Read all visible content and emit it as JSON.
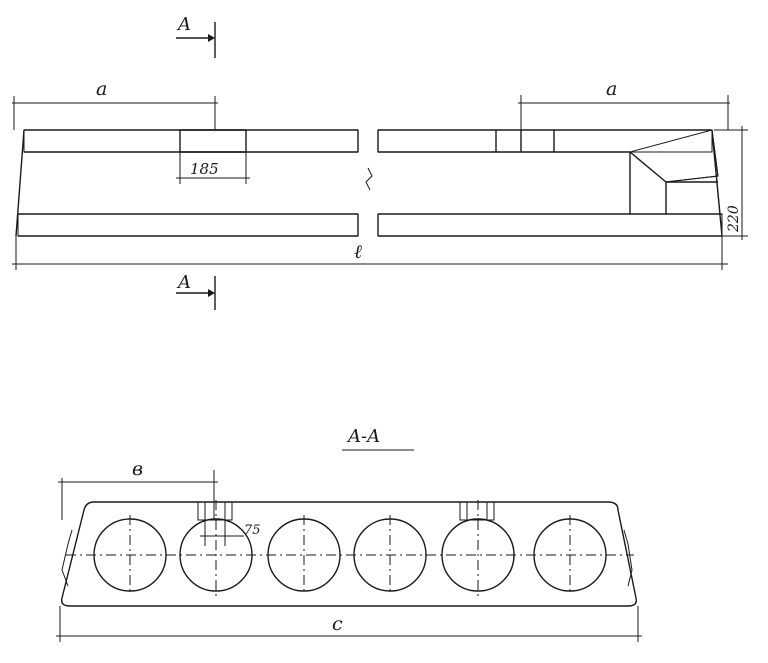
{
  "diagram": {
    "top_view": {
      "section_marker_top": "A",
      "section_marker_bottom": "A",
      "dim_a_left": "a",
      "dim_a_right": "a",
      "dim_opening": "185",
      "dim_height": "220",
      "dim_length": "ℓ"
    },
    "section_view": {
      "title": "A-A",
      "dim_b": "в",
      "dim_opening_small": "75",
      "dim_width": "c",
      "hole_count": 6
    }
  }
}
